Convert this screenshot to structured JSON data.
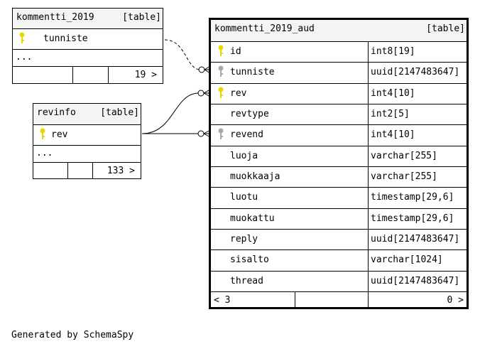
{
  "tables": {
    "kommentti_2019": {
      "name": "kommentti_2019",
      "kind": "[table]",
      "columns": [
        {
          "name": "tunniste",
          "key": "primary"
        }
      ],
      "ellipsis": "...",
      "footer": {
        "right": "19 >"
      }
    },
    "revinfo": {
      "name": "revinfo",
      "kind": "[table]",
      "columns": [
        {
          "name": "rev",
          "key": "primary"
        }
      ],
      "ellipsis": "...",
      "footer": {
        "right": "133 >"
      }
    },
    "kommentti_2019_aud": {
      "name": "kommentti_2019_aud",
      "kind": "[table]",
      "columns": [
        {
          "name": "id",
          "type": "int8[19]",
          "key": "primary"
        },
        {
          "name": "tunniste",
          "type": "uuid[2147483647]",
          "key": "foreign"
        },
        {
          "name": "rev",
          "type": "int4[10]",
          "key": "primary"
        },
        {
          "name": "revtype",
          "type": "int2[5]",
          "key": ""
        },
        {
          "name": "revend",
          "type": "int4[10]",
          "key": "foreign"
        },
        {
          "name": "luoja",
          "type": "varchar[255]",
          "key": ""
        },
        {
          "name": "muokkaaja",
          "type": "varchar[255]",
          "key": ""
        },
        {
          "name": "luotu",
          "type": "timestamp[29,6]",
          "key": ""
        },
        {
          "name": "muokattu",
          "type": "timestamp[29,6]",
          "key": ""
        },
        {
          "name": "reply",
          "type": "uuid[2147483647]",
          "key": ""
        },
        {
          "name": "sisalto",
          "type": "varchar[1024]",
          "key": ""
        },
        {
          "name": "thread",
          "type": "uuid[2147483647]",
          "key": ""
        }
      ],
      "footer": {
        "left": "< 3",
        "right": "0 >"
      }
    }
  },
  "colors": {
    "primary_key": "#e8d800",
    "foreign_key": "#a8a8a8",
    "header_bg": "#f4f4f4"
  },
  "credit": "Generated by SchemaSpy"
}
